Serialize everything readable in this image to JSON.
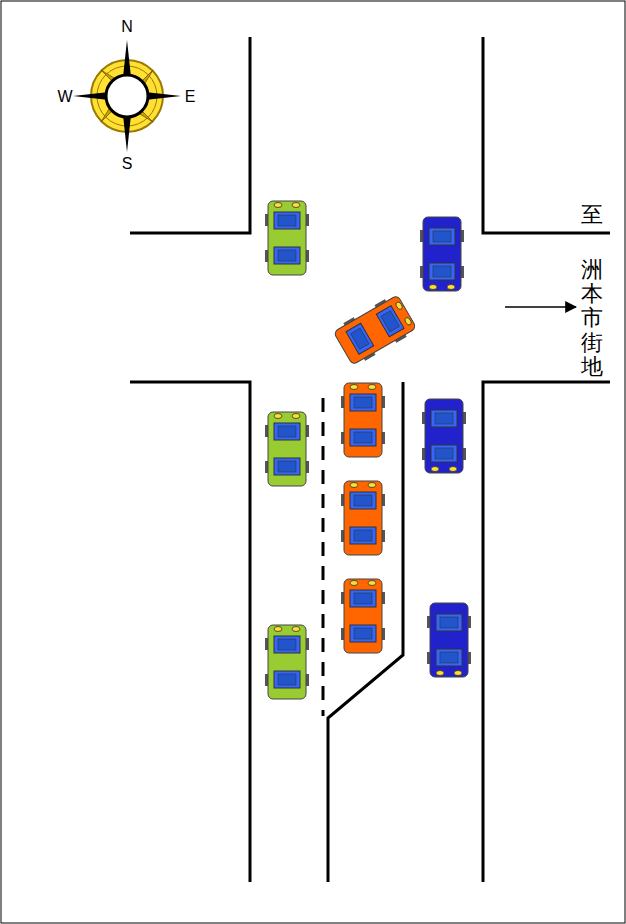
{
  "diagram": {
    "labels": [
      "N",
      "W",
      "E",
      "S",
      "至",
      "洲本市街地"
    ]
  }
}
